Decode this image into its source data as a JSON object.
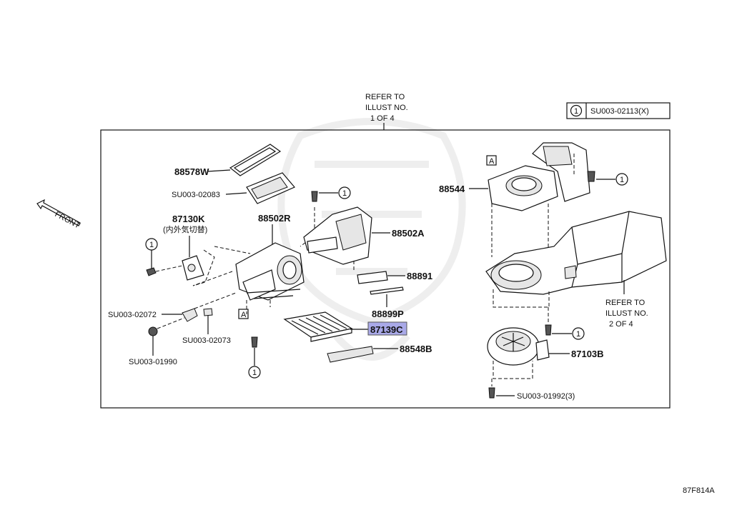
{
  "refer_top": [
    "REFER TO",
    "ILLUST NO.",
    "1 OF 4"
  ],
  "refer_right": [
    "REFER TO",
    "ILLUST NO.",
    "2 OF 4"
  ],
  "legend": {
    "marker": "1",
    "text": "SU003-02113(X)"
  },
  "front_label": "FRONT",
  "callout_marker": "1",
  "view_marker": "A",
  "parts": {
    "p88578W": "88578W",
    "p02083": "SU003-02083",
    "p87130K": "87130K",
    "p87130K_note": "(内外気切替)",
    "p88502R": "88502R",
    "p88502A": "88502A",
    "p88891": "88891",
    "p88899P": "88899P",
    "p87139C": "87139C",
    "p88548B": "88548B",
    "p02072": "SU003-02072",
    "p02073": "SU003-02073",
    "p01990": "SU003-01990",
    "p88544": "88544",
    "p87103B": "87103B",
    "p01992": "SU003-01992(3)"
  },
  "highlight_color": "#a9a9e8",
  "figure_code": "87F814A"
}
